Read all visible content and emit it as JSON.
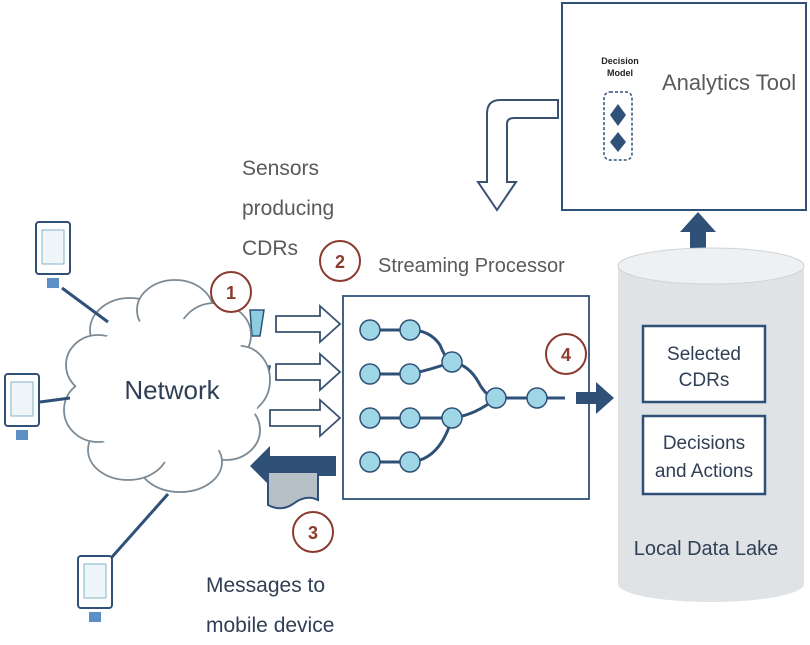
{
  "labels": {
    "analytics_tool": "Analytics Tool",
    "decision_model_line1": "Decision",
    "decision_model_line2": "Model",
    "sensors_line1": "Sensors",
    "sensors_line2": "producing",
    "sensors_line3": "CDRs",
    "streaming_processor": "Streaming Processor",
    "network": "Network",
    "selected_cdrs_line1": "Selected",
    "selected_cdrs_line2": "CDRs",
    "decisions_line1": "Decisions",
    "decisions_line2": "and Actions",
    "local_data_lake": "Local Data Lake",
    "messages_line1": "Messages to",
    "messages_line2": "mobile device"
  },
  "steps": [
    "1",
    "2",
    "3",
    "4"
  ],
  "colors": {
    "dark_blue": "#2f5178",
    "light_blue": "#7fc8dd",
    "node_fill": "#9fd6e6",
    "cylinder": "#dfe3e6",
    "step_red": "#8b3a2e",
    "text_gray": "#5a5a5a",
    "text_dark": "#2f3f55"
  },
  "icons": [
    "mobile-device-icon",
    "sensor-icon",
    "decision-model-icon"
  ]
}
